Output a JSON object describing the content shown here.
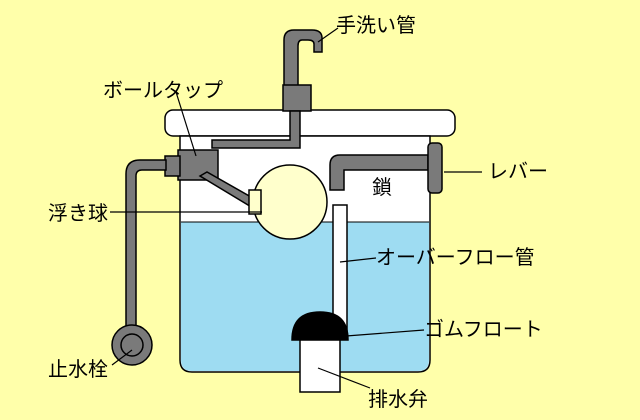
{
  "labels": {
    "hand_wash_pipe": "手洗い管",
    "ball_tap": "ボールタップ",
    "lever": "レバー",
    "float_ball": "浮き球",
    "chain": "鎖",
    "overflow_pipe": "オーバーフロー管",
    "rubber_float": "ゴムフロート",
    "stop_valve": "止水栓",
    "drain_valve": "排水弁"
  },
  "colors": {
    "background": "#FFFFAA",
    "water": "#9EDCF2",
    "tank": "#FFFFFF",
    "pipe": "#7A7A7A",
    "float_ball": "#FFFFCC",
    "rubber_float": "#000000"
  }
}
